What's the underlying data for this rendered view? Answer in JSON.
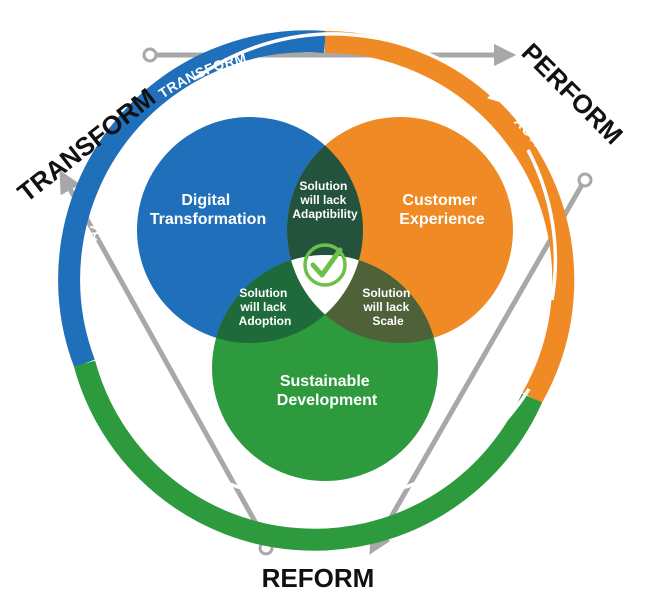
{
  "colors": {
    "blue": "#1f6fba",
    "orange": "#f08a24",
    "green": "#2e9a3e",
    "dark_green": "#1f7a3a",
    "dark_teal": "#23533d",
    "olive": "#4f6138",
    "gray": "#a8a8a8",
    "check": "#6cc04a"
  },
  "outer_labels": {
    "transform": "TRANSFORM",
    "perform": "PERFORM",
    "reform": "REFORM"
  },
  "ring_labels": {
    "transform": "TRANSFORM",
    "activate": "ACTIVATE",
    "digitize": "DIGITIZE",
    "analyze": "ANALYZE"
  },
  "circles": {
    "digital_transformation": [
      "Digital",
      "Transformation"
    ],
    "customer_experience": [
      "Customer",
      "Experience"
    ],
    "sustainable_development": [
      "Sustainable",
      "Development"
    ]
  },
  "overlaps": {
    "adaptability": [
      "Solution",
      "will lack",
      "Adaptibility"
    ],
    "adoption": [
      "Solution",
      "will lack",
      "Adoption"
    ],
    "scale": [
      "Solution",
      "will lack",
      "Scale"
    ]
  },
  "center_icon": "checkmark-shield-icon"
}
